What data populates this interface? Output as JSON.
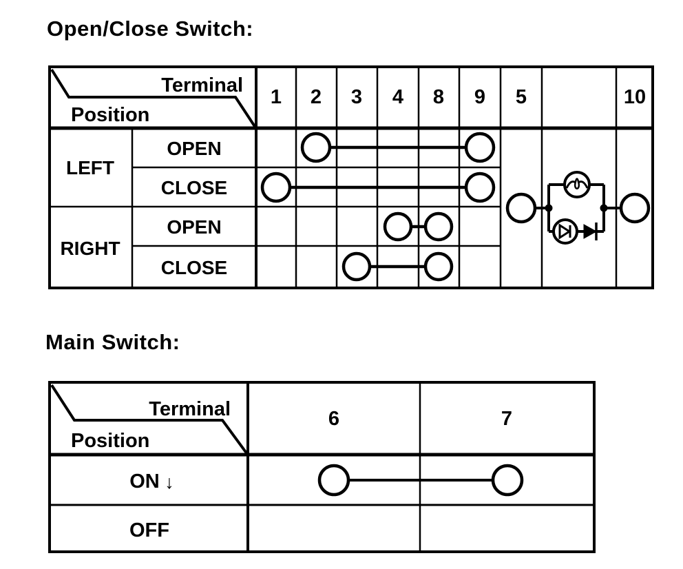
{
  "open_close_switch": {
    "title": "Open/Close Switch:",
    "corner": {
      "terminal_label": "Terminal",
      "position_label": "Position"
    },
    "terminals": [
      "1",
      "2",
      "3",
      "4",
      "8",
      "9",
      "5",
      "",
      "10"
    ],
    "position_groups": [
      {
        "label": "LEFT",
        "rows": [
          {
            "label": "OPEN",
            "connects": [
              "2",
              "9"
            ]
          },
          {
            "label": "CLOSE",
            "connects": [
              "1",
              "9"
            ]
          }
        ]
      },
      {
        "label": "RIGHT",
        "rows": [
          {
            "label": "OPEN",
            "connects": [
              "4",
              "8"
            ]
          },
          {
            "label": "CLOSE",
            "connects": [
              "3",
              "8"
            ]
          }
        ]
      }
    ],
    "circuit": {
      "from_terminal": "5",
      "to_terminal": "10",
      "parallel_branches": [
        "lamp",
        "led_with_diode"
      ],
      "description": "Terminal 5 connects to terminal 10 through a lamp in parallel with an LED and series diode"
    }
  },
  "main_switch": {
    "title": "Main Switch:",
    "corner": {
      "terminal_label": "Terminal",
      "position_label": "Position"
    },
    "terminals": [
      "6",
      "7"
    ],
    "rows": [
      {
        "label": "ON",
        "arrow": "↓",
        "connects": [
          "6",
          "7"
        ]
      },
      {
        "label": "OFF",
        "connects": []
      }
    ]
  }
}
